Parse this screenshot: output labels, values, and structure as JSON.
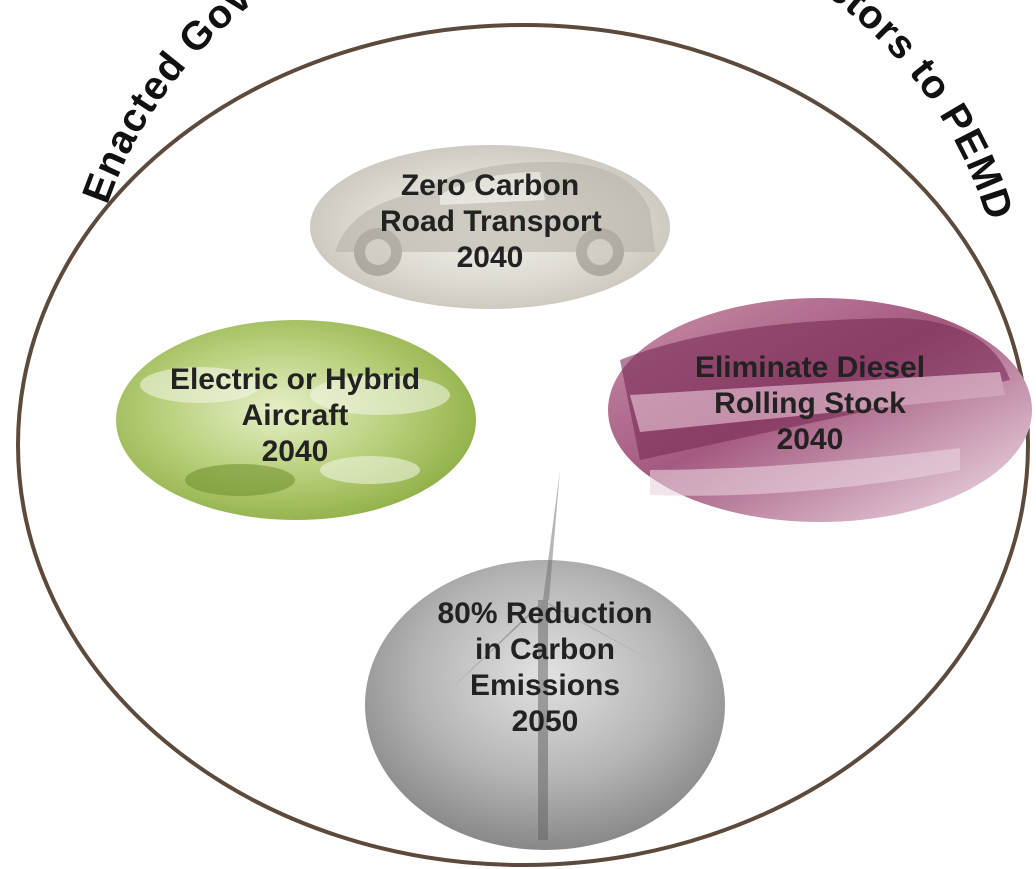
{
  "diagram": {
    "arc_title": "Enacted Government Policy Driving Key Sectors to PEMD",
    "colors": {
      "outer_ring": "#5c4a3c",
      "text": "#222222",
      "road_ellipse": "#d9d6cf",
      "aircraft_ellipse": "#a9c46a",
      "rail_ellipse": "#9c4a74",
      "emissions_ellipse": "#a6a6a6"
    },
    "nodes": {
      "road": {
        "line1": "Zero Carbon",
        "line2": "Road Transport",
        "year": "2040",
        "background_icon": "electric-car-icon"
      },
      "aircraft": {
        "line1": "Electric or Hybrid",
        "line2": "Aircraft",
        "year": "2040",
        "background_icon": "clouds-sky-icon"
      },
      "rail": {
        "line1": "Eliminate Diesel",
        "line2": "Rolling Stock",
        "year": "2040",
        "background_icon": "high-speed-train-icon"
      },
      "emissions": {
        "line1": "80% Reduction",
        "line2": "in Carbon",
        "line3": "Emissions",
        "year": "2050",
        "background_icon": "wind-turbine-icon"
      }
    }
  }
}
